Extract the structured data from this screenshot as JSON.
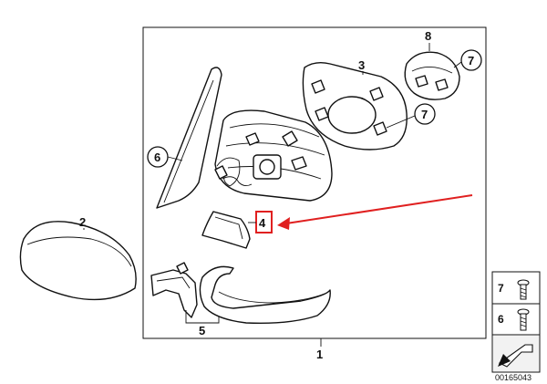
{
  "diagram": {
    "callouts": {
      "p1": "1",
      "p2": "2",
      "p3": "3",
      "p4": "4",
      "p5": "5",
      "p6": "6",
      "p7a": "7",
      "p7b": "7",
      "p8": "8"
    },
    "legend": {
      "item7": "7",
      "item6": "6"
    },
    "document_number": "00165043",
    "colors": {
      "highlight": "#e02020",
      "line": "#111111",
      "legend_bg": "#f2f2f2"
    }
  }
}
